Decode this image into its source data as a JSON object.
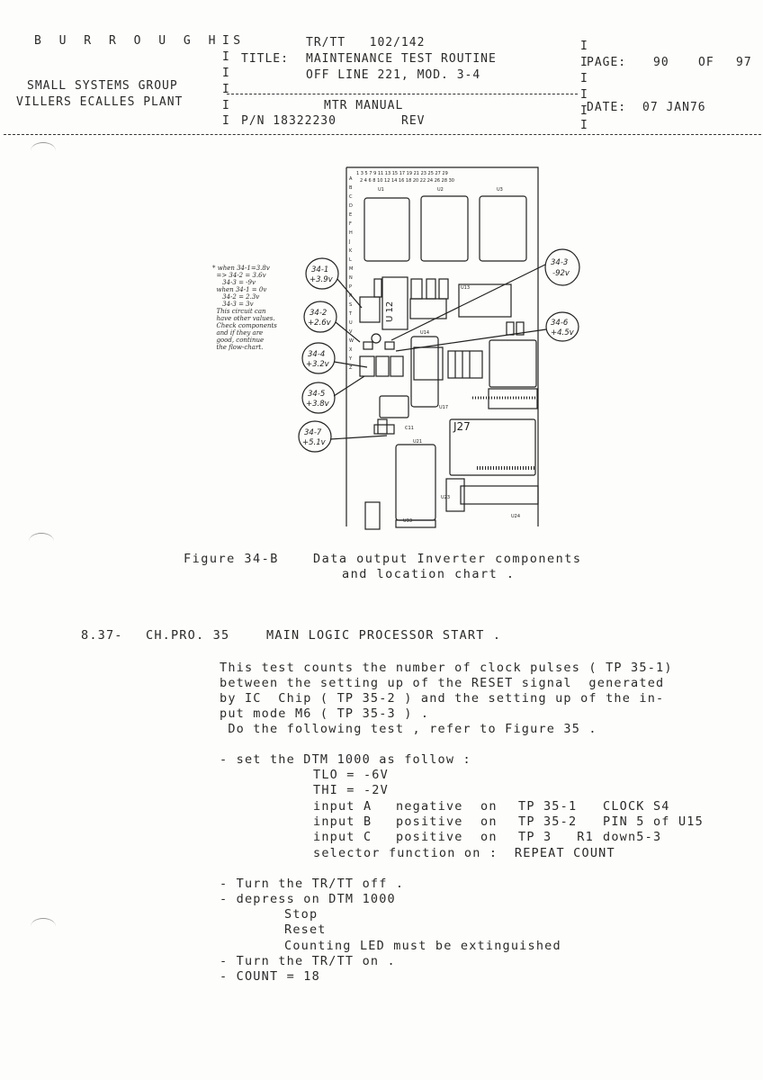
{
  "header": {
    "company": "B U R R O U G H S",
    "group": "SMALL SYSTEMS GROUP",
    "plant": "VILLERS ECALLES PLANT",
    "product": "TR/TT   102/142",
    "title_label": "TITLE:",
    "title_line1": "MAINTENANCE TEST ROUTINE",
    "title_line2": "OFF LINE 221, MOD. 3-4",
    "manual": "MTR MANUAL",
    "pn": "P/N 18322230",
    "rev": "REV",
    "page_label": "PAGE:",
    "page_num": "90",
    "of_label": "OF",
    "page_total": "97",
    "date_label": "DATE:",
    "date_value": "07 JAN76"
  },
  "figure": {
    "caption_label": "Figure 34-B",
    "caption_line1": "Data output Inverter components",
    "caption_line2": "and location chart .",
    "board": {
      "top_numbers_odd": "1  3  5  7  9  11 13 15 17 19 21 23 25 27 29",
      "top_numbers_even": "2  4  6  8  10 12 14 16 18 20 22 24 26 28 30",
      "u1": "U1",
      "u2": "U2",
      "u3": "U3",
      "u12": "U 12",
      "u13": "U13",
      "u14": "U14",
      "u17": "U17",
      "u21": "U21",
      "u23": "U23",
      "u24": "U24",
      "u33": "U33",
      "j27": "J27",
      "c11": "C11"
    },
    "test_points": [
      {
        "id": "34-1",
        "value": "+3.9v"
      },
      {
        "id": "34-2",
        "value": "+2.6v"
      },
      {
        "id": "34-4",
        "value": "+3.2v"
      },
      {
        "id": "34-5",
        "value": "+3.8v"
      },
      {
        "id": "34-7",
        "value": "+5.1v"
      },
      {
        "id": "34-3",
        "value": "-92v"
      },
      {
        "id": "34-6",
        "value": "+4.5v"
      }
    ],
    "note": "* when 34-1=3.8v\n  => 34-2 = 3.6v\n     34-3 = -9v\n  when 34-1 = 0v\n     34-2 = 2.3v\n     34-3 = 3v\n  This circuit can\n  have other values.\n  Check components\n  and if they are\n  good, continue\n  the flow-chart."
  },
  "section": {
    "number": "8.37-",
    "code": "CH.PRO. 35",
    "title": "MAIN LOGIC PROCESSOR START .",
    "para": [
      "This test counts the number of clock pulses ( TP 35-1)",
      "between the setting up of the RESET signal  generated",
      "by IC  Chip ( TP 35-2 ) and the setting up of the in-",
      "put mode M6 ( TP 35-3 ) .",
      " Do the following test , refer to Figure 35 ."
    ],
    "set_line": "- set the DTM 1000 as follow :",
    "tlo": "TLO = -6V",
    "thi": "THI = -2V",
    "inputs": [
      {
        "name": "input A",
        "pol": "negative",
        "on": "on",
        "tp": "TP 35-1",
        "sig": "CLOCK S4"
      },
      {
        "name": "input B",
        "pol": "positive",
        "on": "on",
        "tp": "TP 35-2",
        "sig": "PIN 5 of U15"
      },
      {
        "name": "input C",
        "pol": "positive",
        "on": "on",
        "tp": "TP 3   R1",
        "sig": "down5-3"
      }
    ],
    "selector": "selector function on :  REPEAT COUNT",
    "turn_off": "- Turn the TR/TT off .",
    "depress": "- depress on DTM 1000",
    "stop": "Stop",
    "reset": "Reset",
    "counting": "Counting LED must be extinguished",
    "turn_on": "- Turn the TR/TT on .",
    "count": "- COUNT = 18"
  }
}
